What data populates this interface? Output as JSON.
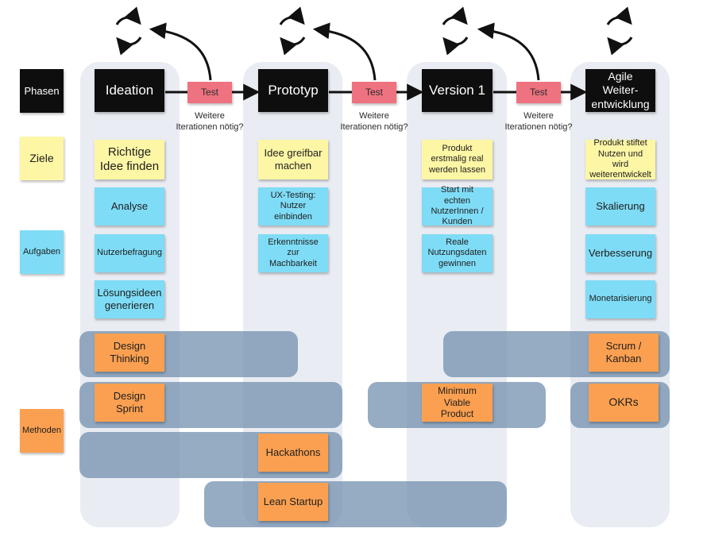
{
  "rows": {
    "phasen": "Phasen",
    "ziele": "Ziele",
    "aufgaben": "Aufgaben",
    "methoden": "Methoden"
  },
  "phases": [
    "Ideation",
    "Prototyp",
    "Version 1",
    "Agile Weiter-entwicklung"
  ],
  "test_label": "Test",
  "question_label": "Weitere Iterationen nötig?",
  "goals": [
    "Richtige Idee finden",
    "Idee greifbar machen",
    "Produkt erstmalig real werden lassen",
    "Produkt stiftet Nutzen und wird weiterentwickelt"
  ],
  "tasks": {
    "ideation": [
      "Analyse",
      "Nutzerbefragung",
      "Lösungsideen generieren"
    ],
    "prototyp": [
      "UX-Testing: Nutzer einbinden",
      "Erkenntnisse zur Machbarkeit"
    ],
    "version1": [
      "Start mit echten NutzerInnen / Kunden",
      "Reale Nutzungsdaten gewinnen"
    ],
    "agile": [
      "Skalierung",
      "Verbesserung",
      "Monetarisierung"
    ]
  },
  "methods": {
    "design_thinking": "Design Thinking",
    "design_sprint": "Design Sprint",
    "hackathons": "Hackathons",
    "lean_startup": "Lean Startup",
    "mvp": "Minimum Viable Product",
    "scrum_kanban": "Scrum / Kanban",
    "okrs": "OKRs"
  },
  "icons": [
    "cycle-icon",
    "arrow-right-icon",
    "curved-arrow-icon"
  ]
}
